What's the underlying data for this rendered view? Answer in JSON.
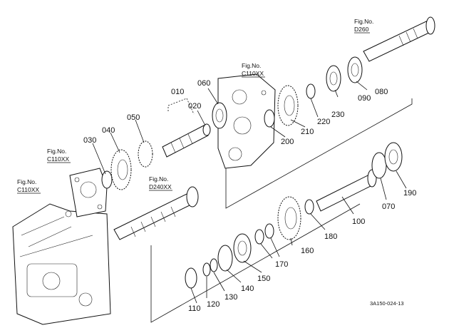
{
  "diagram": {
    "part_numbers": {
      "p010": "010",
      "p020": "020",
      "p030": "030",
      "p040": "040",
      "p050": "050",
      "p060": "060",
      "p070": "070",
      "p080": "080",
      "p090": "090",
      "p100": "100",
      "p110": "110",
      "p120": "120",
      "p130": "130",
      "p140": "140",
      "p150": "150",
      "p160": "160",
      "p170": "170",
      "p180": "180",
      "p190": "190",
      "p200": "200",
      "p210": "210",
      "p220": "220",
      "p230": "230"
    },
    "figure_refs": [
      {
        "title": "Fig.No.",
        "code": "D260"
      },
      {
        "title": "Fig.No.",
        "code": "C110XX"
      },
      {
        "title": "Fig.No.",
        "code": "C110XX"
      },
      {
        "title": "Fig.No.",
        "code": "C110XX"
      },
      {
        "title": "Fig.No.",
        "code": "D240XX"
      }
    ],
    "drawing_code": "3A150-024-13"
  }
}
